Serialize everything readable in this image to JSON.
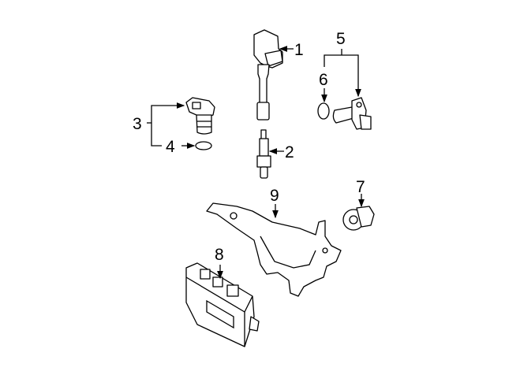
{
  "diagram": {
    "callouts": [
      {
        "number": "1",
        "part": "ignition-coil"
      },
      {
        "number": "2",
        "part": "spark-plug"
      },
      {
        "number": "3",
        "part": "camshaft-sensor"
      },
      {
        "number": "4",
        "part": "o-ring"
      },
      {
        "number": "5",
        "part": "crankshaft-sensor"
      },
      {
        "number": "6",
        "part": "o-ring"
      },
      {
        "number": "7",
        "part": "knock-sensor"
      },
      {
        "number": "8",
        "part": "engine-control-module"
      },
      {
        "number": "9",
        "part": "ecm-bracket"
      }
    ]
  }
}
